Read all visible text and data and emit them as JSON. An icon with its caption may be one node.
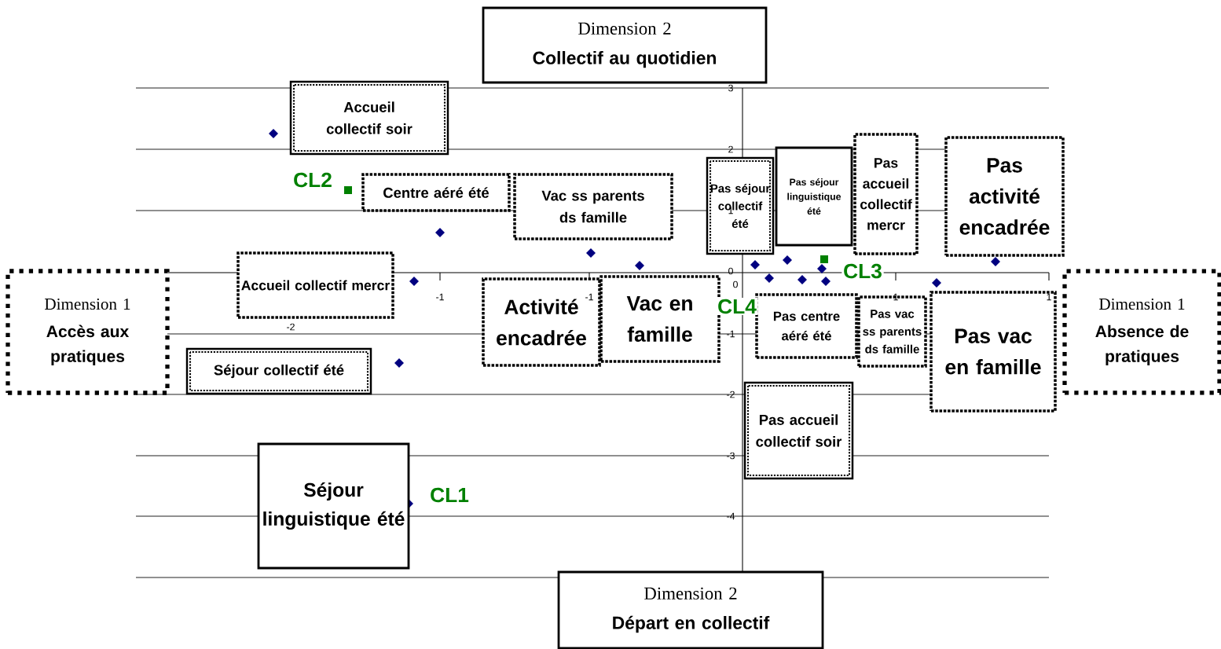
{
  "diagram": {
    "nodes": [
      {
        "text": [
          "Dimension 2",
          "Collectif au quotidien"
        ]
      },
      {
        "text": [
          "Accueil collectif soir"
        ]
      },
      {
        "text": [
          "Centre aéré été"
        ]
      },
      {
        "text": [
          "Vac ss parents ds famille"
        ]
      },
      {
        "text": [
          "Pas séjour collectif été"
        ]
      },
      {
        "text": [
          "Pas séjour linguistique été"
        ]
      },
      {
        "text": [
          "Pas accueil collectif mercr"
        ]
      },
      {
        "text": [
          "Pas activité encadrée"
        ]
      },
      {
        "text": [
          "Dimension 1",
          "Accès aux pratiques"
        ]
      },
      {
        "text": [
          "Accueil collectif mercr"
        ]
      },
      {
        "text": [
          "Activité encadrée"
        ]
      },
      {
        "text": [
          "Vac en famille"
        ]
      },
      {
        "text": [
          "Pas centre aéré été"
        ]
      },
      {
        "text": [
          "Pas vac ss parents ds famille"
        ]
      },
      {
        "text": [
          "Pas vac en famille"
        ]
      },
      {
        "text": [
          "Dimension 1",
          "Absence de pratiques"
        ]
      },
      {
        "text": [
          "Séjour collectif été"
        ]
      },
      {
        "text": [
          "Pas accueil collectif soir"
        ]
      },
      {
        "text": [
          "Séjour linguistique été"
        ]
      },
      {
        "text": [
          "Dimension 2",
          "Départ en collectif"
        ]
      }
    ],
    "labels": [
      "3",
      "2",
      "CL2",
      "1",
      "0",
      "CL3",
      "-2",
      "-1",
      "-1",
      "0",
      "1",
      "1",
      "CL4",
      "-1",
      "-2",
      "-3",
      "CL1",
      "-4"
    ]
  }
}
